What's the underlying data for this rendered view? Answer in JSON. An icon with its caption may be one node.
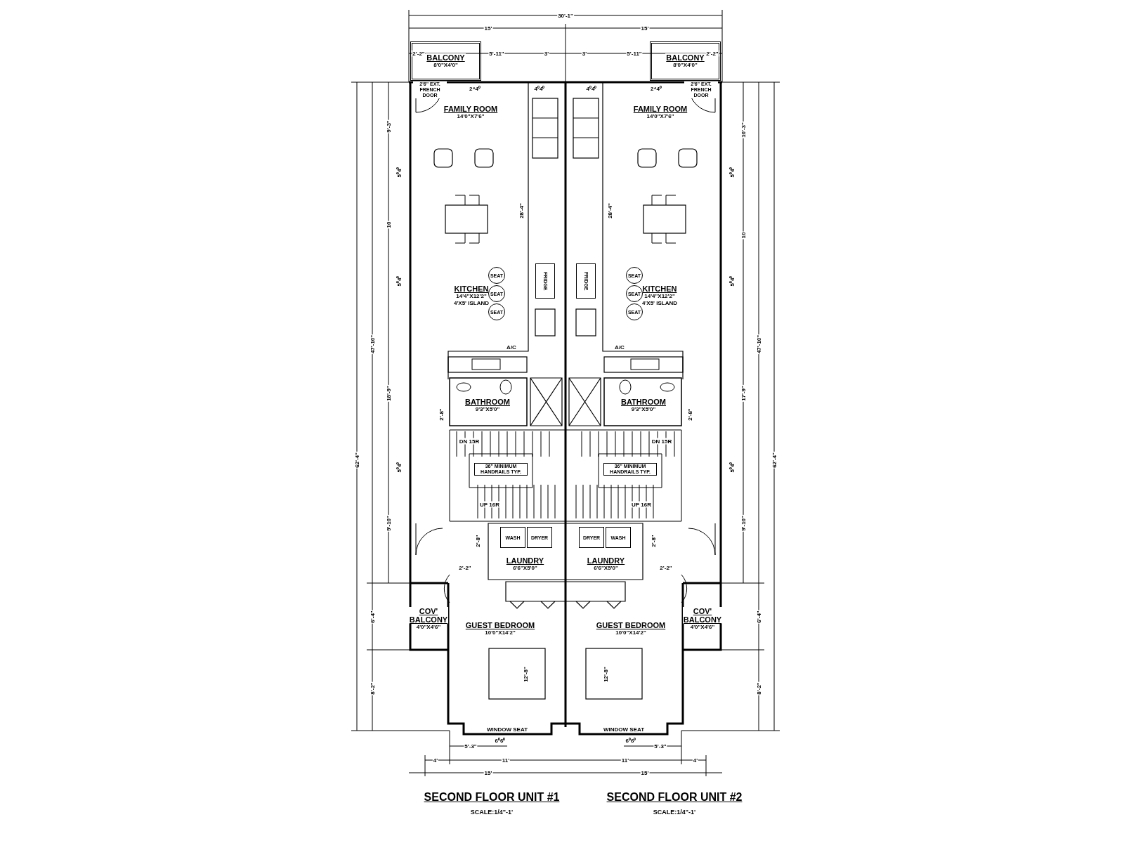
{
  "diagram": {
    "nodes": [
      {
        "text": [
          "BALCONY",
          "8'0\"X4'0\""
        ]
      },
      {
        "text": [
          "FAMILY ROOM",
          "14'0\"X7'6\""
        ]
      },
      {
        "text": [
          "KITCHEN",
          "14'4\"X12'2\"",
          "4'X5' ISLAND"
        ]
      },
      {
        "text": [
          "SEAT"
        ]
      },
      {
        "text": [
          "SEAT"
        ]
      },
      {
        "text": [
          "SEAT"
        ]
      },
      {
        "text": [
          "FRIDGE"
        ]
      },
      {
        "text": [
          "BATHROOM",
          "9'3\"X5'0\""
        ]
      },
      {
        "text": [
          "WASH"
        ]
      },
      {
        "text": [
          "DRYER"
        ]
      },
      {
        "text": [
          "LAUNDRY",
          "6'6\"X5'0\""
        ]
      },
      {
        "text": [
          "COV' BALCONY",
          "4'0\"X4'6\""
        ]
      },
      {
        "text": [
          "GUEST BEDROOM",
          "10'0\"X14'2\""
        ]
      },
      {
        "text": [
          "BALCONY",
          "8'0\"X4'0\""
        ]
      },
      {
        "text": [
          "FAMILY ROOM",
          "14'0\"X7'6\""
        ]
      },
      {
        "text": [
          "KITCHEN",
          "14'4\"X12'2\"",
          "4'X5' ISLAND"
        ]
      },
      {
        "text": [
          "SEAT"
        ]
      },
      {
        "text": [
          "SEAT"
        ]
      },
      {
        "text": [
          "SEAT"
        ]
      },
      {
        "text": [
          "FRIDGE"
        ]
      },
      {
        "text": [
          "BATHROOM",
          "9'3\"X5'0\""
        ]
      },
      {
        "text": [
          "WASH"
        ]
      },
      {
        "text": [
          "DRYER"
        ]
      },
      {
        "text": [
          "LAUNDRY",
          "6'6\"X5'0\""
        ]
      },
      {
        "text": [
          "COV' BALCONY",
          "4'0\"X4'6\""
        ]
      },
      {
        "text": [
          "GUEST BEDROOM",
          "10'0\"X14'2\""
        ]
      }
    ],
    "labels": [
      "30'-1\"",
      "15'",
      "15'",
      "2'-2\"",
      "5'-11\"",
      "3'",
      "3'",
      "5'-11\"",
      "2'-2\"",
      "2'6\" EXT. FRENCH DOOR",
      "2⁴4⁰",
      "4⁰4⁰",
      "4⁰4⁰",
      "2⁴4⁰",
      "2'6\" EXT. FRENCH DOOR",
      "9'-3\"",
      "5⁰4⁰",
      "10",
      "5⁰4⁰",
      "47'-10\"",
      "18'-9\"",
      "62'-4\"",
      "5⁰4⁰",
      "9'-10\"",
      "6'-4\"",
      "8'-2\"",
      "10'-3\"",
      "5⁰4⁰",
      "10",
      "5⁰4⁰",
      "47'-10\"",
      "17'-9\"",
      "62'-4\"",
      "5⁰4⁰",
      "9'-10\"",
      "6'-4\"",
      "8'-2\"",
      "28'-4\"",
      "28'-4\"",
      "A/C",
      "A/C",
      "2'-8\"",
      "2'-8\"",
      "DN 15R",
      "DN 15R",
      "36\" MINIMUM HANDRAILS TYP.",
      "36\" MINIMUM HANDRAILS TYP.",
      "UP 16R",
      "UP 16R",
      "2'-8\"",
      "2'-8\"",
      "2'-2\"",
      "2'-2\"",
      "12'-8\"",
      "12'-8\"",
      "WINDOW SEAT",
      "WINDOW SEAT",
      "5'-3\"",
      "6⁰6⁰",
      "6⁰6⁰",
      "5'-3\"",
      "4'",
      "11'",
      "11'",
      "4'",
      "15'",
      "15'",
      "SECOND FLOOR UNIT #1",
      "SCALE:1/4\"-1'",
      "SECOND FLOOR UNIT #2",
      "SCALE:1/4\"-1'"
    ]
  }
}
